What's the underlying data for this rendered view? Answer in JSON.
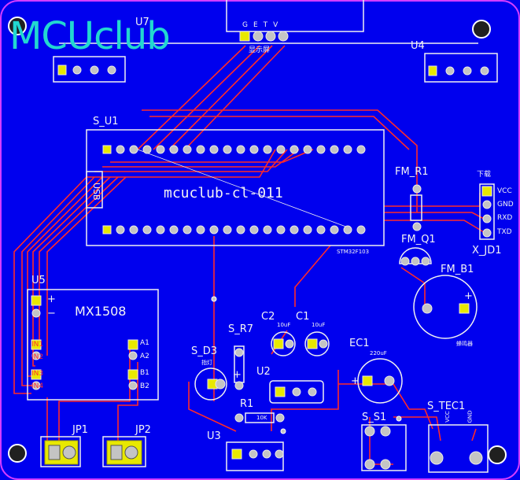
{
  "brand": "MCUclub",
  "board_name": "mcuclub-cl-011",
  "components": {
    "u7": "U7",
    "u4": "U4",
    "s_u1": "S_U1",
    "usb": "USB",
    "u5": "U5",
    "mx1508": "MX1508",
    "fm_r1": "FM_R1",
    "fm_q1": "FM_Q1",
    "fm_b1": "FM_B1",
    "x_jd1": "X_JD1",
    "download": "下载",
    "c2": "C2",
    "c1": "C1",
    "ec1": "EC1",
    "s_r7": "S_R7",
    "s_d3": "S_D3",
    "u2": "U2",
    "r1": "R1",
    "u3": "U3",
    "jp1": "JP1",
    "jp2": "JP2",
    "s_s1": "S_S1",
    "s_tec1": "S_TEC1"
  },
  "pins": {
    "jd": [
      "VCC",
      "GND",
      "RXD",
      "TXD"
    ],
    "u5_left": [
      "IN1",
      "IN2",
      "IN3",
      "IN4"
    ],
    "u5_right": [
      "A1",
      "A2",
      "B1",
      "B2"
    ],
    "top_header": [
      "G",
      "E",
      "T",
      "V"
    ]
  },
  "misc": {
    "display_label": "显示屏",
    "buzzer_label": "蜂鸣器",
    "led_label": "指灯",
    "cap_c2": "10uF",
    "cap_c1": "10uF",
    "cap_ec1": "220uF",
    "r1_value": "10K",
    "chip_label": "STM32F103",
    "plus": "+",
    "minus": "−",
    "tec_vcc": "VCC",
    "tec_gnd": "GND"
  }
}
